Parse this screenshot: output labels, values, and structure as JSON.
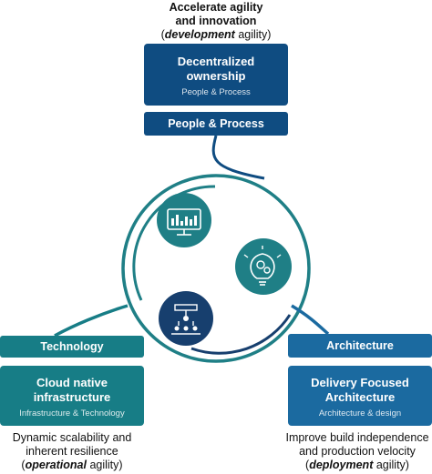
{
  "top_caption": {
    "line1": "Accelerate agility",
    "line2": "and innovation",
    "line3_open": "(",
    "line3_emph": "development",
    "line3_rest": " agility)"
  },
  "top_box": {
    "title_line1": "Decentralized",
    "title_line2": "ownership",
    "subtitle": "People & Process"
  },
  "top_bar": {
    "label": "People & Process"
  },
  "left_bar": {
    "label": "Technology"
  },
  "left_box": {
    "title_line1": "Cloud native",
    "title_line2": "infrastructure",
    "subtitle": "Infrastructure & Technology"
  },
  "left_caption": {
    "line1": "Dynamic scalability and",
    "line2": "inherent resilience",
    "line3_open": "(",
    "line3_emph": "operational",
    "line3_rest": " agility)"
  },
  "right_bar": {
    "label": "Architecture"
  },
  "right_box": {
    "title_line1": "Delivery Focused",
    "title_line2": "Architecture",
    "subtitle": "Architecture & design"
  },
  "right_caption": {
    "line1": "Improve build independence",
    "line2": "and production velocity",
    "line3_open": "(",
    "line3_emph": "deployment",
    "line3_rest": " agility)"
  },
  "icons": {
    "monitor": "monitor-dashboard-icon",
    "gears": "gear-lightbulb-icon",
    "network": "network-people-icon"
  },
  "colors": {
    "navy": "#0f4c81",
    "teal": "#177d86",
    "blue": "#1b6aa0",
    "circle_teal": "#1f7f86",
    "circle_navy": "#173f6e"
  }
}
